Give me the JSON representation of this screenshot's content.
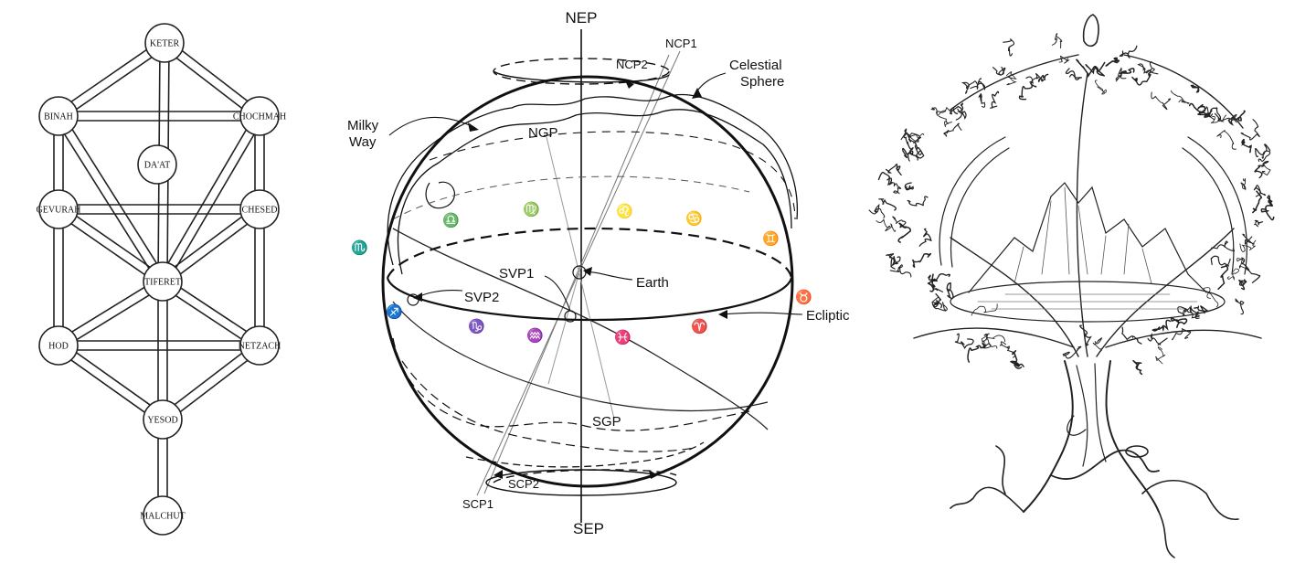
{
  "tree_of_life": {
    "sefirot": [
      {
        "id": "keter",
        "label": "KETER"
      },
      {
        "id": "binah",
        "label": "BINAH"
      },
      {
        "id": "chochmah",
        "label": "CHOCHMAH"
      },
      {
        "id": "daat",
        "label": "DA'AT"
      },
      {
        "id": "gevurah",
        "label": "GEVURAH"
      },
      {
        "id": "chesed",
        "label": "CHESED"
      },
      {
        "id": "tiferet",
        "label": "TIFERET"
      },
      {
        "id": "hod",
        "label": "HOD"
      },
      {
        "id": "netzach",
        "label": "NETZACH"
      },
      {
        "id": "yesod",
        "label": "YESOD"
      },
      {
        "id": "malchut",
        "label": "MALCHUT"
      }
    ]
  },
  "celestial": {
    "nep": "NEP",
    "sep": "SEP",
    "ncp1": "NCP1",
    "ncp2": "NCP2",
    "scp1": "SCP1",
    "scp2": "SCP2",
    "celestial_sphere": "Celestial",
    "celestial_sphere_2": "Sphere",
    "milky_way": "Milky",
    "milky_way_2": "Way",
    "ngp": "NGP",
    "sgp": "SGP",
    "svp1": "SVP1",
    "svp2": "SVP2",
    "earth": "Earth",
    "ecliptic": "Ecliptic",
    "zodiac_signs": [
      "♎",
      "♍",
      "♌",
      "♋",
      "♊",
      "♏",
      "♐",
      "♑",
      "♒",
      "♓",
      "♈",
      "♉"
    ]
  },
  "yggdrasil": {
    "depiction": "engraving of the world tree with roots, serpent, mountains and rainbow arcs"
  }
}
